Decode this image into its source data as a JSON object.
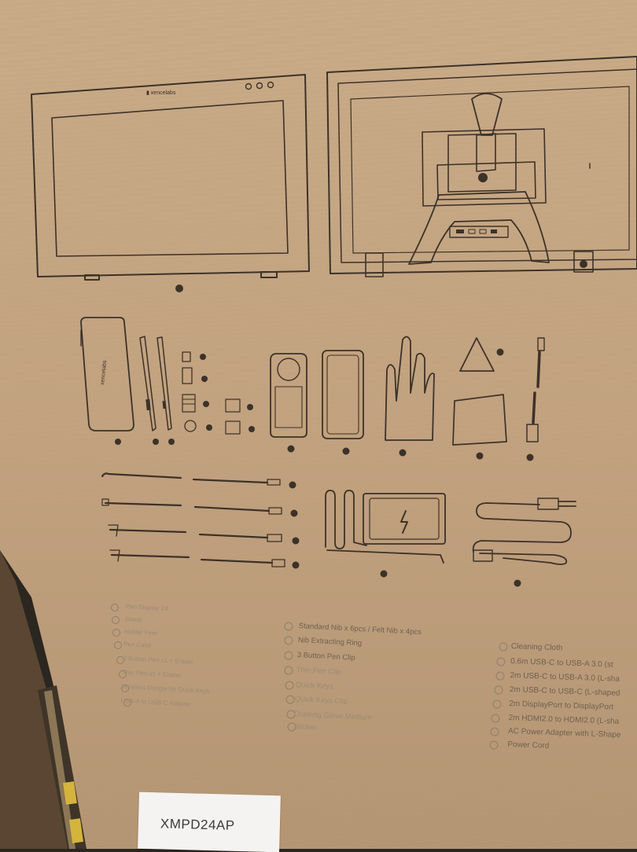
{
  "box": {
    "model_label": "XMPD24AP"
  },
  "legend": {
    "col1": [
      "Pen Display 24",
      "Stand",
      "Holder Feet",
      "Pen Case",
      "3 Button Pen x1 + Eraser",
      "Thin Pen x1 + Eraser",
      "Wireless Dongle for Quick Keys",
      "USB-A to USB-C Adapter"
    ],
    "col2": [
      "Standard Nib x 6pcs / Felt Nib x 4pcs",
      "Nib Extracting Ring",
      "3 Button Pen Clip",
      "Thin Pen Clip",
      "Quick Keys",
      "Quick Keys Clip",
      "Drawing Glove Medium",
      "Sticker"
    ],
    "col3": [
      "Cleaning Cloth",
      "0.6m USB-C to USB-A 3.0 (st",
      "2m USB-C to USB-A 3.0 (L-sha",
      "2m USB-C to USB-C (L-shaped",
      "2m DisplayPort to DisplayPort",
      "2m HDMI2.0 to HDMI2.0 (L-sha",
      "AC Power Adapter with L-Shape",
      "Power Cord"
    ]
  },
  "colors": {
    "cardboard": "#c2a27f",
    "ink": "#3c3228",
    "label_white": "#f4f3f1"
  }
}
